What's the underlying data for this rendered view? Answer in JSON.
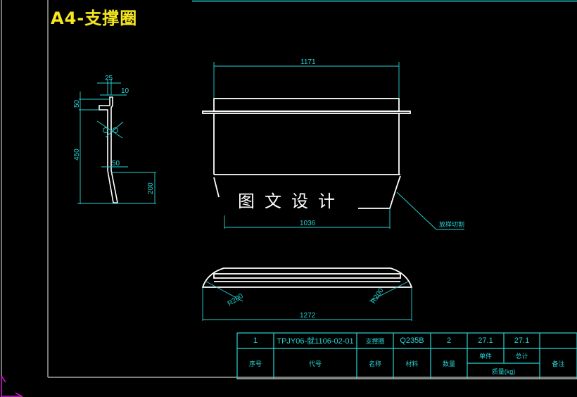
{
  "drawing": {
    "title": "A4-支撑圈",
    "watermark": "图文设计",
    "side_view": {
      "dims": [
        "25",
        "10",
        "50",
        "450",
        "50",
        "200"
      ]
    },
    "front_view": {
      "top_width": "1171",
      "bottom_width": "1036",
      "annotation": "放样切割"
    },
    "plan_view": {
      "width": "1272",
      "radius_left": "R200",
      "radius_right": "R200"
    },
    "title_block": {
      "row_values": {
        "seq": "1",
        "code": "TPJY06-就1106-02-01",
        "name": "支撑圈",
        "material": "Q235B",
        "qty": "2",
        "unit_weight": "27.1",
        "total_weight": "27.1",
        "remark": ""
      },
      "headers": {
        "seq": "序号",
        "code": "代号",
        "name": "名称",
        "material": "材料",
        "qty": "数量",
        "unit": "单件",
        "total": "总计",
        "weight": "质量(kg)",
        "remark": "备注"
      }
    },
    "colors": {
      "background": "#000000",
      "geometry": "#ffffff",
      "dimension": "#27d4d4",
      "title": "#f5e61e",
      "frame": "#c8c8c8",
      "ucs": "#d020d0"
    }
  }
}
